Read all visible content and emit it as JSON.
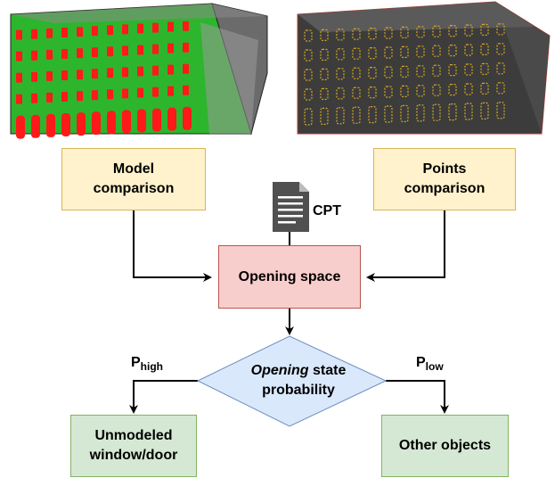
{
  "nodes": {
    "model_comparison": "Model\ncomparison",
    "points_comparison": "Points\ncomparison",
    "opening_space": "Opening space",
    "decision_italic": "Opening",
    "decision_rest_line1": " state",
    "decision_line2": "probability",
    "unmodeled": "Unmodeled\nwindow/door",
    "other_objects": "Other objects"
  },
  "doc_label": "CPT",
  "edge_labels": {
    "high_main": "P",
    "high_sub": "high",
    "low_main": "P",
    "low_sub": "low"
  },
  "icons": [
    "document-icon"
  ],
  "colors": {
    "model_fill": "#fff2cc",
    "opening_fill": "#f8cecc",
    "decision_fill": "#dae8fc",
    "result_fill": "#d5e8d4",
    "facade_wall": "#2db52d",
    "facade_opening": "#ff1a1a",
    "facade_grey": "#555555",
    "facade_points": "#d9a520"
  }
}
